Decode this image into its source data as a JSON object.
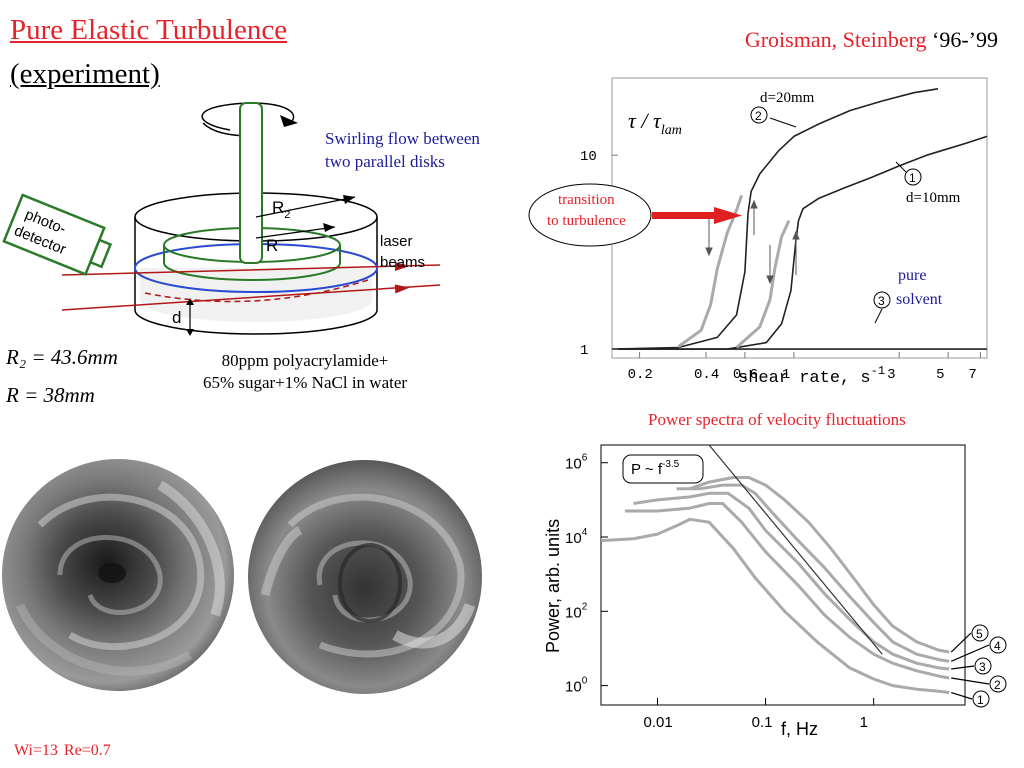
{
  "slide": {
    "title": "Pure Elastic Turbulence",
    "subtitle": "(experiment)",
    "authors_red": "Groisman, Steinberg",
    "authors_years": " ‘96-’99",
    "footer": "Wi=13    Re=0.7"
  },
  "apparatus": {
    "description_line1": "Swirling flow between",
    "description_line2": "two parallel disks",
    "photodetector_line1": "photo-",
    "photodetector_line2": "detector",
    "laser_line1": "laser",
    "laser_line2": "beams",
    "label_R2": "R",
    "label_R2_sub": "2",
    "label_R": "R",
    "label_d": "d",
    "R2_value": "R₂ = 43.6mm",
    "R_value": "R = 38mm",
    "solution_line1": "80ppm polyacrylamide+",
    "solution_line2": "65% sugar+1% NaCl in water"
  },
  "chart_data": [
    {
      "type": "line",
      "ylabel_main": "τ / τ",
      "ylabel_sub": "lam",
      "xlabel": "shear rate, s",
      "xlabel_sup": "-1",
      "x_scale": "log",
      "y_scale": "log",
      "xlim": [
        0.15,
        7.5
      ],
      "ylim": [
        0.9,
        25
      ],
      "xticks": [
        "0.2",
        "0.4",
        "0.6",
        "1",
        "3",
        "5",
        "7"
      ],
      "xtick_values": [
        0.2,
        0.4,
        0.6,
        1,
        3,
        5,
        7
      ],
      "yticks": [
        "1",
        "10"
      ],
      "ytick_values": [
        1,
        10
      ],
      "annotation_transition": "transition to turbulence",
      "annotation_transition_line1": "transition",
      "annotation_transition_line2": "to turbulence",
      "curve_labels": [
        "1",
        "2",
        "3"
      ],
      "label_d20": "d=20mm",
      "label_d10": "d=10mm",
      "label_pure_line1": "pure",
      "label_pure_line2": "solvent",
      "series": [
        {
          "name": "d=20mm",
          "color": "#222222",
          "x": [
            0.15,
            0.3,
            0.45,
            0.55,
            0.6,
            0.62,
            0.64,
            0.7,
            0.85,
            1.0,
            1.3,
            1.8,
            2.5,
            3.5,
            4.5
          ],
          "y": [
            1.0,
            1.02,
            1.15,
            1.5,
            2.5,
            5.0,
            6.5,
            8.0,
            10.5,
            12.5,
            14.5,
            17.0,
            19.0,
            21.0,
            22.0
          ]
        },
        {
          "name": "d=20mm decreasing",
          "color": "#aaaaaa",
          "x": [
            0.3,
            0.38,
            0.42,
            0.45,
            0.5,
            0.55,
            0.58
          ],
          "y": [
            1.03,
            1.25,
            1.7,
            2.6,
            4.0,
            5.2,
            6.2
          ]
        },
        {
          "name": "d=10mm",
          "color": "#222222",
          "x": [
            0.15,
            0.5,
            0.75,
            0.88,
            0.97,
            1.02,
            1.05,
            1.1,
            1.3,
            1.7,
            2.2,
            3.0,
            4.0,
            5.0,
            6.0,
            7.5
          ],
          "y": [
            1.0,
            1.0,
            1.08,
            1.35,
            2.0,
            3.6,
            4.6,
            5.3,
            6.0,
            6.8,
            7.6,
            8.8,
            10.0,
            10.8,
            11.5,
            12.5
          ]
        },
        {
          "name": "d=10mm decreasing",
          "color": "#aaaaaa",
          "x": [
            0.55,
            0.7,
            0.78,
            0.82,
            0.88,
            0.95
          ],
          "y": [
            1.02,
            1.3,
            1.8,
            2.6,
            3.8,
            4.6
          ]
        },
        {
          "name": "pure solvent",
          "color": "#222222",
          "x": [
            0.15,
            7.5
          ],
          "y": [
            1.0,
            1.0
          ]
        }
      ]
    },
    {
      "type": "line",
      "title": "Power spectra of velocity fluctuations",
      "xlabel": "f, Hz",
      "ylabel": "Power, arb. units",
      "x_scale": "log",
      "y_scale": "log",
      "xlim": [
        0.003,
        7
      ],
      "ylim": [
        0.3,
        3000000
      ],
      "xticks": [
        "0.01",
        "0.1",
        "1"
      ],
      "xtick_values": [
        0.01,
        0.1,
        1
      ],
      "yticks": [
        {
          "base": "10",
          "exp": "0",
          "value": 1
        },
        {
          "base": "10",
          "exp": "2",
          "value": 100
        },
        {
          "base": "10",
          "exp": "4",
          "value": 10000
        },
        {
          "base": "10",
          "exp": "6",
          "value": 1000000
        }
      ],
      "annotation_base": "P ~ f",
      "annotation_exp": "-3.5",
      "curve_labels": [
        "5",
        "4",
        "3",
        "2",
        "1"
      ],
      "series": [
        {
          "name": "5",
          "color": "#aaaaaa",
          "x": [
            0.02,
            0.03,
            0.05,
            0.07,
            0.1,
            0.15,
            0.25,
            0.4,
            0.7,
            1.0,
            1.5,
            2.5,
            4.0,
            5.0
          ],
          "y": [
            200000,
            300000,
            400000,
            400000,
            250000,
            100000,
            25000,
            5000,
            600,
            150,
            40,
            15,
            9,
            8
          ]
        },
        {
          "name": "4",
          "color": "#aaaaaa",
          "x": [
            0.015,
            0.025,
            0.04,
            0.06,
            0.08,
            0.12,
            0.2,
            0.35,
            0.6,
            1.0,
            1.5,
            2.5,
            4.0,
            5.0
          ],
          "y": [
            200000,
            200000,
            250000,
            250000,
            150000,
            40000,
            8000,
            1500,
            250,
            50,
            15,
            7,
            5,
            4.5
          ]
        },
        {
          "name": "3",
          "color": "#aaaaaa",
          "x": [
            0.006,
            0.01,
            0.02,
            0.03,
            0.045,
            0.07,
            0.1,
            0.2,
            0.35,
            0.6,
            1.0,
            1.5,
            2.5,
            4.0,
            5.0
          ],
          "y": [
            80000,
            100000,
            120000,
            150000,
            150000,
            60000,
            15000,
            2000,
            300,
            60,
            15,
            7,
            4,
            3,
            2.8
          ]
        },
        {
          "name": "2",
          "color": "#aaaaaa",
          "x": [
            0.005,
            0.01,
            0.02,
            0.03,
            0.04,
            0.06,
            0.1,
            0.2,
            0.35,
            0.6,
            1.0,
            1.5,
            2.5,
            4.0,
            5.0
          ],
          "y": [
            50000,
            50000,
            60000,
            80000,
            80000,
            25000,
            4000,
            500,
            80,
            20,
            7,
            4,
            2.5,
            1.8,
            1.6
          ]
        },
        {
          "name": "1",
          "color": "#aaaaaa",
          "x": [
            0.003,
            0.006,
            0.01,
            0.015,
            0.02,
            0.03,
            0.05,
            0.08,
            0.15,
            0.3,
            0.6,
            1.0,
            1.5,
            2.5,
            4.0,
            5.0
          ],
          "y": [
            8000,
            9000,
            12000,
            20000,
            30000,
            25000,
            5000,
            800,
            100,
            15,
            3,
            1.5,
            1.0,
            0.8,
            0.7,
            0.65
          ]
        },
        {
          "name": "P ~ f^-3.5",
          "color": "#333333",
          "x": [
            0.03,
            1.2
          ],
          "y": [
            3000000,
            7
          ]
        }
      ]
    }
  ],
  "images": {
    "left_alt": "turbulent flow snapshot",
    "right_alt": "turbulent flow snapshot"
  },
  "colors": {
    "title_red": "#e8222a",
    "text_blue": "#1c1c9c",
    "disk_green": "#2a7a2a",
    "laser_red": "#b01818",
    "beam_blue": "#2a4ad0",
    "arrow_red": "#e02020"
  }
}
